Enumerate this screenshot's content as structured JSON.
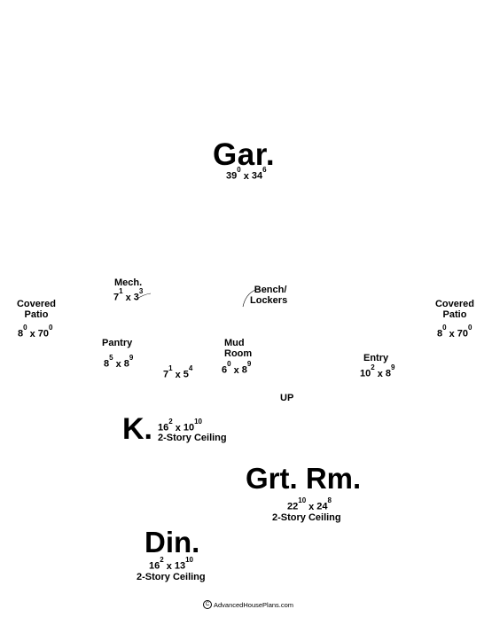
{
  "rooms": {
    "garage": {
      "label": "Gar.",
      "w": "39",
      "w_sup": "0",
      "d": "34",
      "d_sup": "6"
    },
    "mech": {
      "label": "Mech.",
      "w": "7",
      "w_sup": "1",
      "d": "3",
      "d_sup": "3"
    },
    "bench": {
      "label_1": "Bench/",
      "label_2": "Lockers"
    },
    "patio_left": {
      "label_1": "Covered",
      "label_2": "Patio",
      "w": "8",
      "w_sup": "0",
      "d": "70",
      "d_sup": "0"
    },
    "patio_right": {
      "label_1": "Covered",
      "label_2": "Patio",
      "w": "8",
      "w_sup": "0",
      "d": "70",
      "d_sup": "0"
    },
    "pantry": {
      "label": "Pantry",
      "w": "8",
      "w_sup": "5",
      "d": "8",
      "d_sup": "9"
    },
    "closet": {
      "w": "7",
      "w_sup": "1",
      "d": "5",
      "d_sup": "4"
    },
    "mud": {
      "label_1": "Mud",
      "label_2": "Room",
      "w": "6",
      "w_sup": "0",
      "d": "8",
      "d_sup": "9"
    },
    "entry": {
      "label": "Entry",
      "w": "10",
      "w_sup": "2",
      "d": "8",
      "d_sup": "9"
    },
    "stairs": {
      "label": "UP"
    },
    "kitchen": {
      "label": "K.",
      "w": "16",
      "w_sup": "2",
      "d": "10",
      "d_sup": "10",
      "note": "2-Story Ceiling"
    },
    "great_room": {
      "label": "Grt. Rm.",
      "w": "22",
      "w_sup": "10",
      "d": "24",
      "d_sup": "8",
      "note": "2-Story Ceiling"
    },
    "dining": {
      "label": "Din.",
      "w": "16",
      "w_sup": "2",
      "d": "13",
      "d_sup": "10",
      "note": "2-Story Ceiling"
    }
  },
  "footer": {
    "copyright_symbol": "C",
    "text": "AdvancedHousePlans.com"
  }
}
